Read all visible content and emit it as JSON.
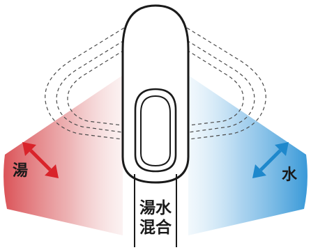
{
  "labels": {
    "hot": "湯",
    "cold": "水",
    "mixed_line1": "湯水",
    "mixed_line2": "混合"
  },
  "colors": {
    "hot": "#d94a4f",
    "cold": "#2f94d6",
    "outline": "#1a1a1a",
    "dashed": "#4a4a4a"
  },
  "icons": {
    "hot_arrow": "double-arrow-red",
    "cold_arrow": "double-arrow-blue"
  }
}
